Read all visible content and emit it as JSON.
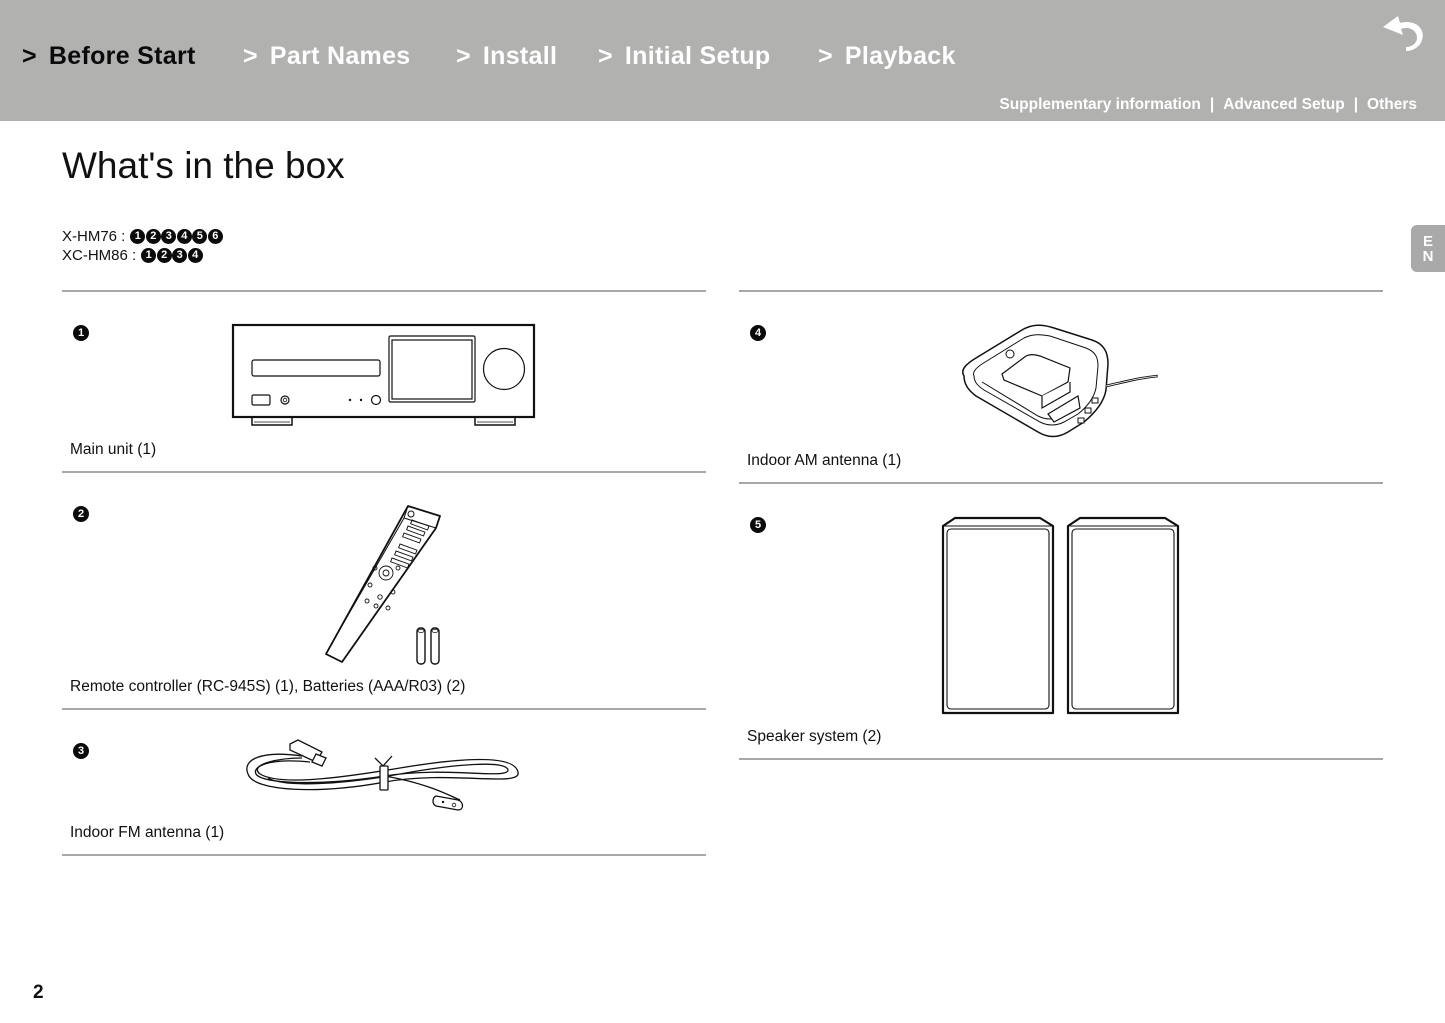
{
  "header": {
    "nav_tabs": [
      {
        "chevron": ">",
        "label": "Before Start",
        "active": true
      },
      {
        "chevron": ">",
        "label": "Part Names",
        "active": false
      },
      {
        "chevron": ">",
        "label": "Install",
        "active": false
      },
      {
        "chevron": ">",
        "label": "Initial Setup",
        "active": false
      },
      {
        "chevron": ">",
        "label": "Playback",
        "active": false
      }
    ],
    "sub_links": [
      "Supplementary information",
      "Advanced Setup",
      "Others"
    ],
    "separator": "|",
    "back_icon": "return-arrow-icon"
  },
  "page": {
    "title": "What's in the box",
    "models": [
      {
        "name": "X-HM76 :",
        "items": [
          "1",
          "2",
          "3",
          "4",
          "5",
          "6"
        ]
      },
      {
        "name": "XC-HM86 :",
        "items": [
          "1",
          "2",
          "3",
          "4"
        ]
      }
    ],
    "language_tab": [
      "E",
      "N"
    ],
    "page_number": "2"
  },
  "items": [
    {
      "number": "1",
      "label": "Main unit (1)",
      "illustration": "main-unit-illustration"
    },
    {
      "number": "2",
      "label": "Remote controller (RC-945S) (1), Batteries (AAA/R03) (2)",
      "illustration": "remote-controller-illustration"
    },
    {
      "number": "3",
      "label": "Indoor FM antenna (1)",
      "illustration": "fm-antenna-illustration"
    },
    {
      "number": "4",
      "label": "Indoor AM antenna (1)",
      "illustration": "am-antenna-illustration"
    },
    {
      "number": "5",
      "label": "Speaker system (2)",
      "illustration": "speaker-system-illustration"
    }
  ],
  "colors": {
    "header_bg": "#b1b1b0",
    "active_tab": "#0a0a0a",
    "inactive_tab": "#ffffff",
    "rule": "#a8a8a8",
    "lang_tab_bg": "#a9a9a9"
  }
}
